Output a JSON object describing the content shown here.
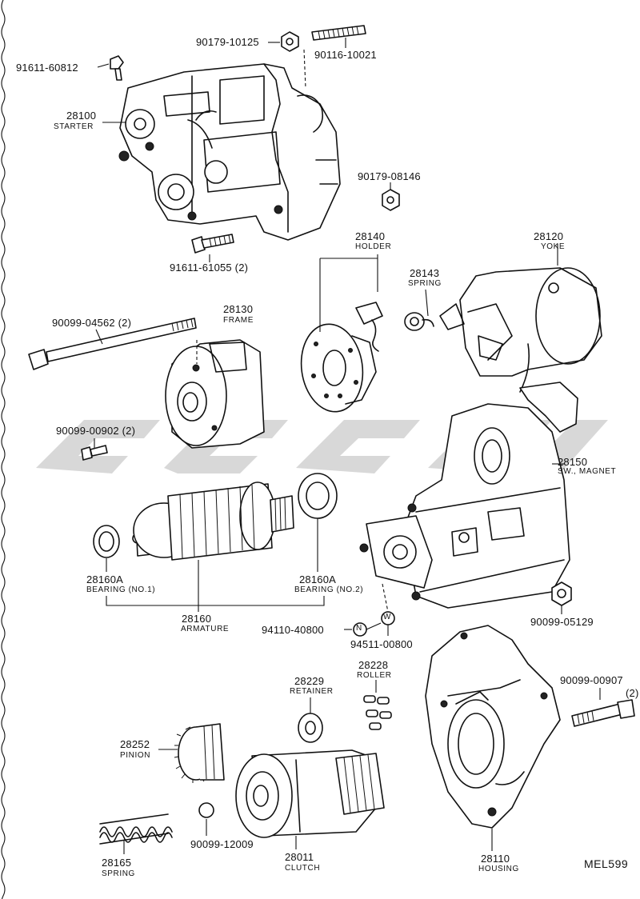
{
  "diagram": {
    "code": "MEL599",
    "watermark_color": "#d4d4d4",
    "ink_color": "#111111"
  },
  "labels": {
    "p90179_10125": {
      "number": "90179-10125"
    },
    "p90116_10021": {
      "number": "90116-10021"
    },
    "p91611_60812": {
      "number": "91611-60812"
    },
    "p28100": {
      "number": "28100",
      "name": "STARTER"
    },
    "p90179_08146": {
      "number": "90179-08146"
    },
    "p91611_61055": {
      "number": "91611-61055 (2)"
    },
    "p28140": {
      "number": "28140",
      "name": "HOLDER"
    },
    "p28120": {
      "number": "28120",
      "name": "YOKE"
    },
    "p28143": {
      "number": "28143",
      "name": "SPRING"
    },
    "p90099_04562": {
      "number": "90099-04562 (2)"
    },
    "p28130": {
      "number": "28130",
      "name": "FRAME"
    },
    "p90099_00902": {
      "number": "90099-00902 (2)"
    },
    "p28150": {
      "number": "28150",
      "name": "SW., MAGNET"
    },
    "p28160A_1": {
      "number": "28160A",
      "name": "BEARING (NO.1)"
    },
    "p28160A_2": {
      "number": "28160A",
      "name": "BEARING (NO.2)"
    },
    "p28160": {
      "number": "28160",
      "name": "ARMATURE"
    },
    "p94110_40800": {
      "number": "94110-40800"
    },
    "p94511_00800": {
      "number": "94511-00800"
    },
    "p90099_05129": {
      "number": "90099-05129"
    },
    "p28229": {
      "number": "28229",
      "name": "RETAINER"
    },
    "p28228": {
      "number": "28228",
      "name": "ROLLER"
    },
    "p90099_00907": {
      "number": "90099-00907",
      "qty": "(2)"
    },
    "p28252": {
      "number": "28252",
      "name": "PINION"
    },
    "p28011": {
      "number": "28011",
      "name": "CLUTCH"
    },
    "p28110": {
      "number": "28110",
      "name": "HOUSING"
    },
    "p90099_12009": {
      "number": "90099-12009"
    },
    "p28165": {
      "number": "28165",
      "name": "SPRING"
    }
  },
  "markers": {
    "nut_symbol": "N",
    "washer_symbol": "W"
  }
}
